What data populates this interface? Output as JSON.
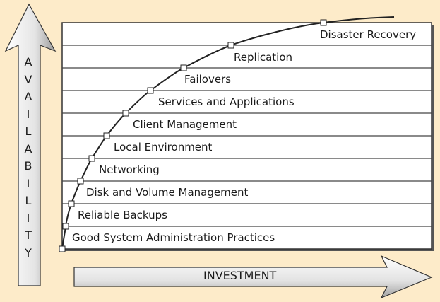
{
  "axes": {
    "vertical_label": [
      "A",
      "V",
      "A",
      "I",
      "L",
      "A",
      "B",
      "I",
      "L",
      "I",
      "T",
      "Y"
    ],
    "horizontal_label": "INVESTMENT"
  },
  "levels": [
    {
      "label": "Good System Administration Practices"
    },
    {
      "label": "Reliable Backups"
    },
    {
      "label": "Disk and Volume Management"
    },
    {
      "label": "Networking"
    },
    {
      "label": "Local Environment"
    },
    {
      "label": "Client Management"
    },
    {
      "label": "Services and Applications"
    },
    {
      "label": "Failovers"
    },
    {
      "label": "Replication"
    },
    {
      "label": "Disaster Recovery"
    }
  ],
  "colors": {
    "background": "#fdebc9",
    "line": "#222222",
    "panel": "#ffffff"
  }
}
